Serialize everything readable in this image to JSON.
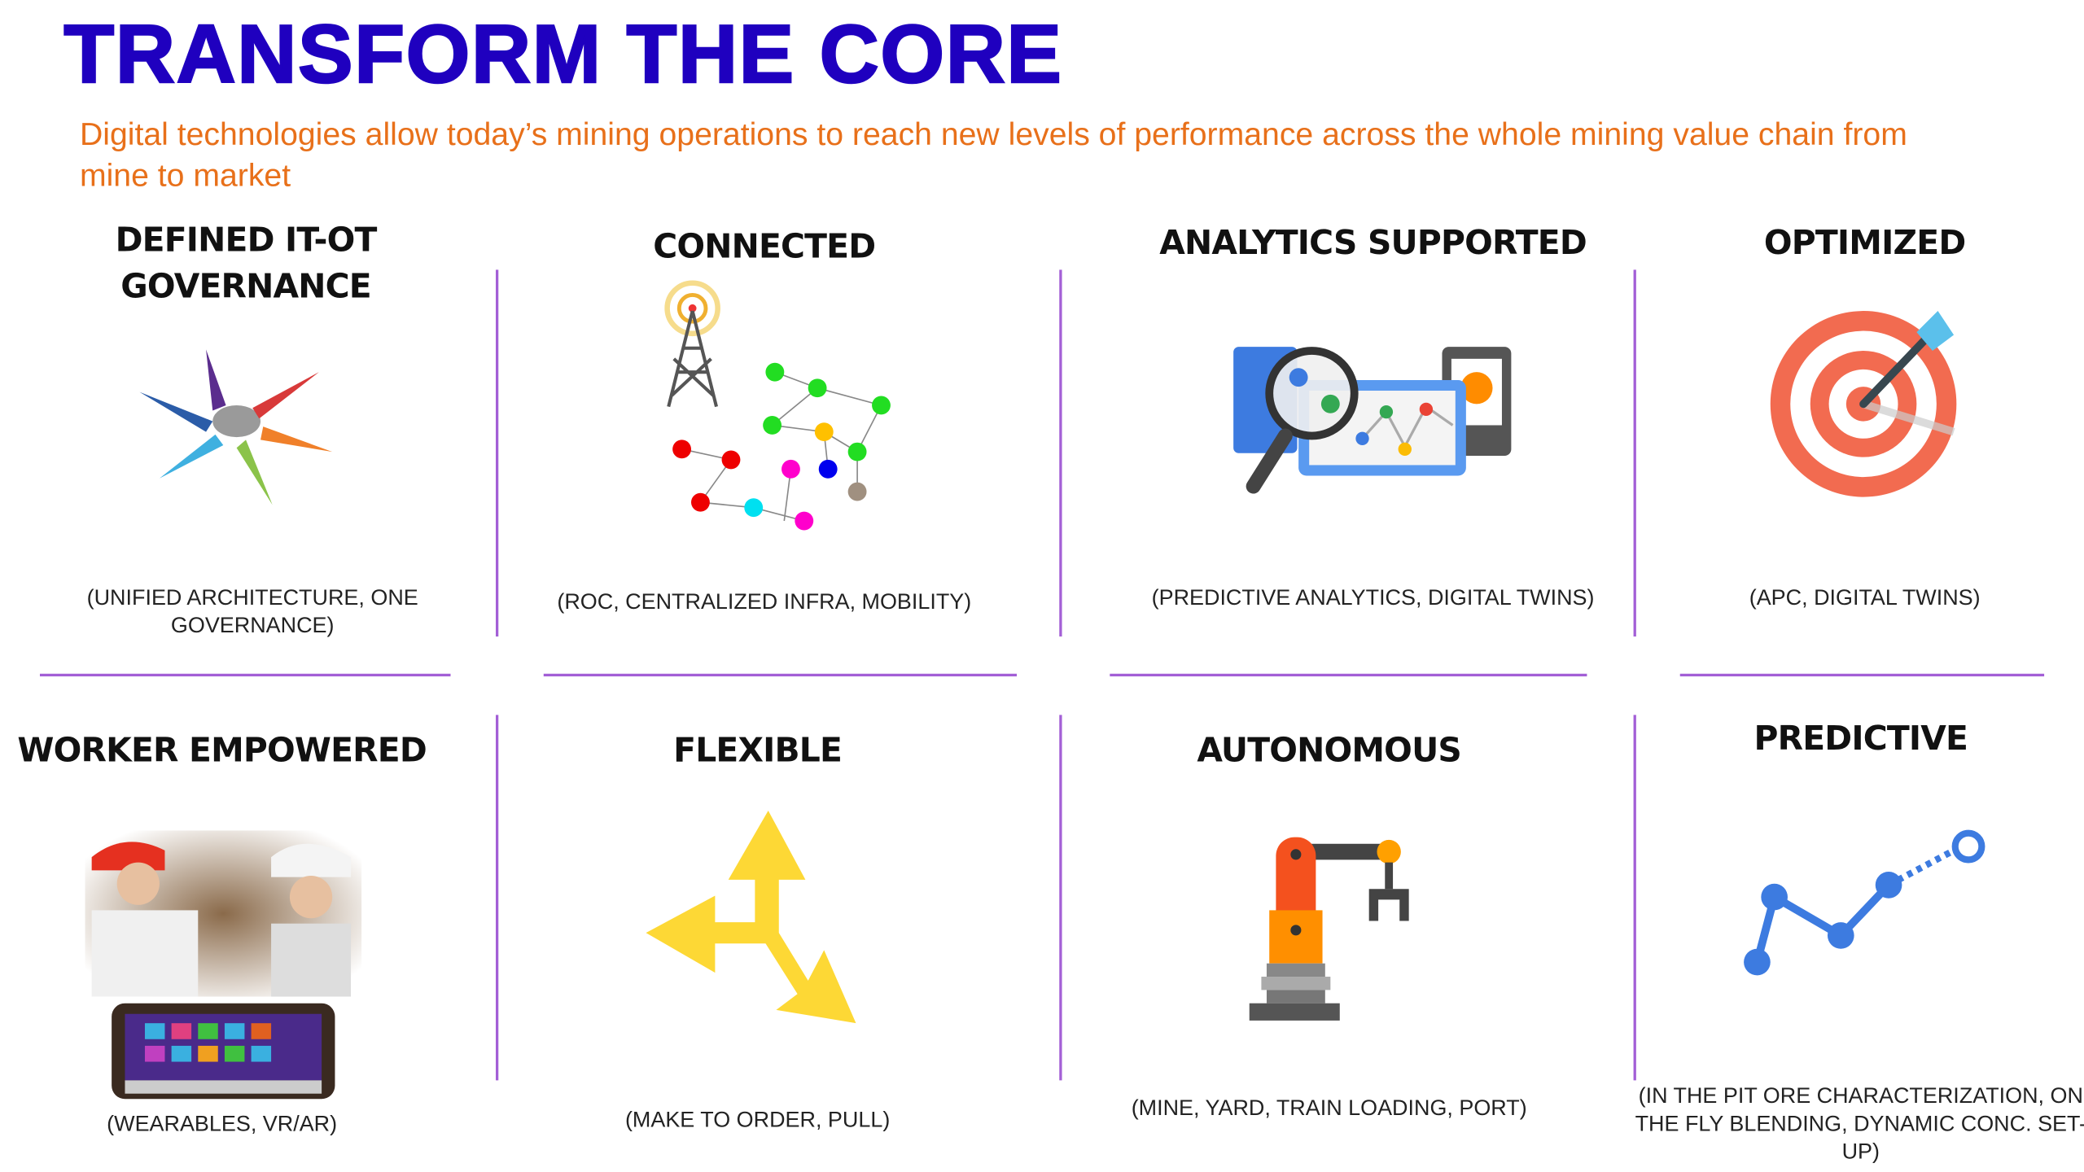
{
  "title": "TRANSFORM THE CORE",
  "subtitle": "Digital technologies allow today’s mining operations to reach new levels of performance across the whole mining value chain from mine to market",
  "cells": [
    {
      "heading": "DEFINED IT-OT GOVERNANCE",
      "caption": "(UNIFIED ARCHITECTURE, ONE GOVERNANCE)",
      "icon": "converging-arrows-icon"
    },
    {
      "heading": "CONNECTED",
      "caption": "(ROC, CENTRALIZED INFRA, MOBILITY)",
      "icon": "network-tower-icon"
    },
    {
      "heading": "ANALYTICS SUPPORTED",
      "caption": "(PREDICTIVE ANALYTICS, DIGITAL TWINS)",
      "icon": "analytics-magnifier-icon"
    },
    {
      "heading": "OPTIMIZED",
      "caption": "(APC, DIGITAL TWINS)",
      "icon": "target-dart-icon"
    },
    {
      "heading": "WORKER EMPOWERED",
      "caption": "(WEARABLES, VR/AR)",
      "icon": "workers-tablet-image"
    },
    {
      "heading": "FLEXIBLE",
      "caption": "(MAKE TO ORDER, PULL)",
      "icon": "three-way-arrow-icon"
    },
    {
      "heading": "AUTONOMOUS",
      "caption": "(MINE, YARD, TRAIN LOADING, PORT)",
      "icon": "robot-arm-icon"
    },
    {
      "heading": "PREDICTIVE",
      "caption": "(IN THE PIT ORE CHARACTERIZATION, ON THE FLY BLENDING, DYNAMIC CONC. SET-UP)",
      "icon": "trend-line-icon"
    }
  ],
  "colors": {
    "title": "#1f00bf",
    "subtitle": "#e8701a",
    "divider": "#a35fd6"
  }
}
